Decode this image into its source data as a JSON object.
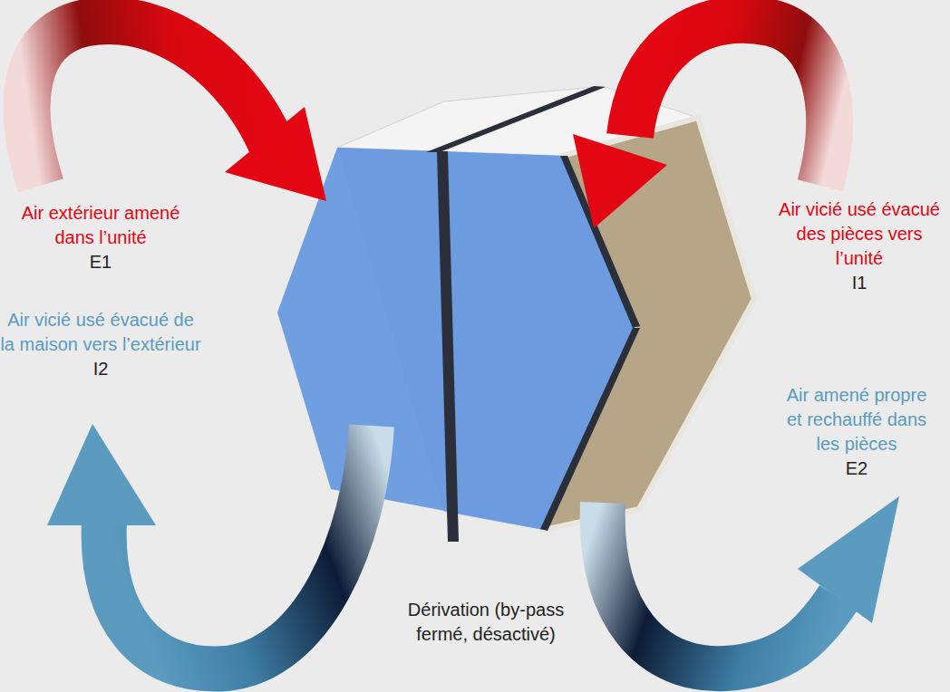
{
  "diagram": {
    "labels": [
      "Air extérieur amené dans l’unité",
      "E1",
      "Air vicié usé évacué de la maison vers l’extérieur",
      "I2",
      "Air vicié usé évacué des pièces vers l’unité",
      "I1",
      "Air amené propre et rechauffé dans les pièces",
      "E2",
      "Dérivation (by-pass fermé, désactivé)"
    ]
  }
}
